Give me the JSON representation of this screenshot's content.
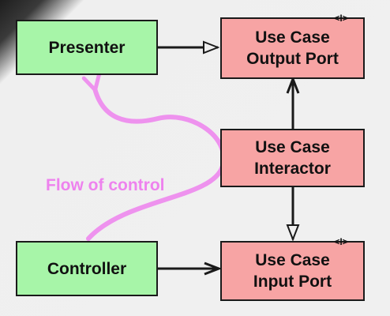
{
  "boxes": {
    "presenter": "Presenter",
    "output_port": "Use Case\nOutput Port",
    "interactor": "Use Case\nInteractor",
    "controller": "Controller",
    "input_port": "Use Case\nInput Port"
  },
  "interface_marker": "<I>",
  "flow_label": "Flow of control",
  "colors": {
    "adapter_fill": "#a7f5a8",
    "use_case_fill": "#f7a4a4",
    "flow": "#ee82ee"
  }
}
